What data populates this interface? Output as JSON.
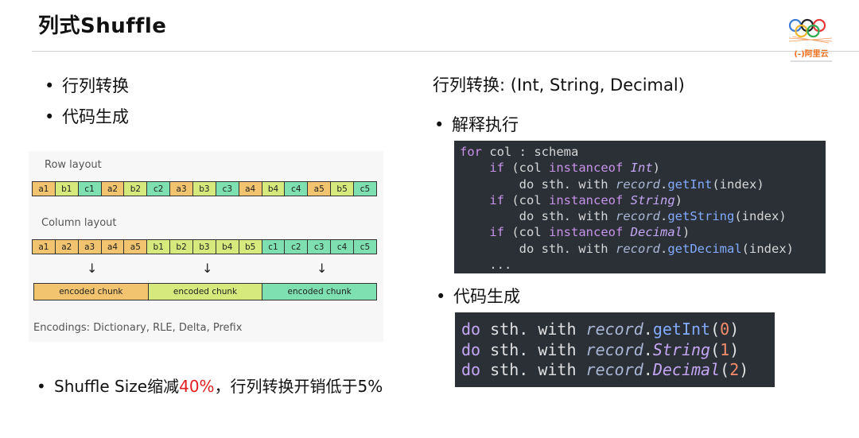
{
  "title": "列式Shuffle",
  "logo_text": "(-)阿里云",
  "left_bullets": [
    "行列转换",
    "代码生成"
  ],
  "bottom_bullet": {
    "prefix": "Shuffle Size缩减",
    "highlight": "40%",
    "suffix": "，行列转换开销低于5%"
  },
  "right_heading": "行列转换: (Int, String, Decimal)",
  "right_bullets": [
    "解释执行",
    "代码生成"
  ],
  "diagram": {
    "row_layout_label": "Row layout",
    "row_cells": [
      {
        "t": "a1",
        "g": "a"
      },
      {
        "t": "b1",
        "g": "b"
      },
      {
        "t": "c1",
        "g": "c"
      },
      {
        "t": "a2",
        "g": "a"
      },
      {
        "t": "b2",
        "g": "b"
      },
      {
        "t": "c2",
        "g": "c"
      },
      {
        "t": "a3",
        "g": "a"
      },
      {
        "t": "b3",
        "g": "b"
      },
      {
        "t": "c3",
        "g": "c"
      },
      {
        "t": "a4",
        "g": "a"
      },
      {
        "t": "b4",
        "g": "b"
      },
      {
        "t": "c4",
        "g": "c"
      },
      {
        "t": "a5",
        "g": "a"
      },
      {
        "t": "b5",
        "g": "b"
      },
      {
        "t": "c5",
        "g": "c"
      }
    ],
    "column_layout_label": "Column layout",
    "column_cells": [
      {
        "t": "a1",
        "g": "a"
      },
      {
        "t": "a2",
        "g": "a"
      },
      {
        "t": "a3",
        "g": "a"
      },
      {
        "t": "a4",
        "g": "a"
      },
      {
        "t": "a5",
        "g": "a"
      },
      {
        "t": "b1",
        "g": "b"
      },
      {
        "t": "b2",
        "g": "b"
      },
      {
        "t": "b3",
        "g": "b"
      },
      {
        "t": "b4",
        "g": "b"
      },
      {
        "t": "b5",
        "g": "b"
      },
      {
        "t": "c1",
        "g": "c"
      },
      {
        "t": "c2",
        "g": "c"
      },
      {
        "t": "c3",
        "g": "c"
      },
      {
        "t": "c4",
        "g": "c"
      },
      {
        "t": "c5",
        "g": "c"
      }
    ],
    "arrow": "↓",
    "chunks": [
      {
        "t": "encoded chunk",
        "g": "a"
      },
      {
        "t": "encoded chunk",
        "g": "b"
      },
      {
        "t": "encoded chunk",
        "g": "c"
      }
    ],
    "encodings_label": "Encodings: Dictionary, RLE, Delta, Prefix"
  },
  "code_interpret": [
    {
      "indent": 0,
      "parts": [
        [
          "kw",
          "for"
        ],
        [
          "",
          "col : schema"
        ]
      ]
    },
    {
      "indent": 4,
      "parts": [
        [
          "kw",
          "if"
        ],
        [
          "",
          "(col "
        ],
        [
          "kw",
          "instanceof"
        ],
        [
          "",
          " "
        ],
        [
          "ty",
          "Int"
        ],
        [
          "",
          ")"
        ]
      ]
    },
    {
      "indent": 8,
      "parts": [
        [
          "",
          "do sth. with "
        ],
        [
          "it",
          "record"
        ],
        [
          "",
          "."
        ],
        [
          "fn",
          "getInt"
        ],
        [
          "",
          "(index)"
        ]
      ]
    },
    {
      "indent": 4,
      "parts": [
        [
          "kw",
          "if"
        ],
        [
          "",
          "(col "
        ],
        [
          "kw",
          "instanceof"
        ],
        [
          "",
          " "
        ],
        [
          "ty",
          "String"
        ],
        [
          "",
          ")"
        ]
      ]
    },
    {
      "indent": 8,
      "parts": [
        [
          "",
          "do sth. with "
        ],
        [
          "it",
          "record"
        ],
        [
          "",
          "."
        ],
        [
          "fn",
          "getString"
        ],
        [
          "",
          "(index)"
        ]
      ]
    },
    {
      "indent": 4,
      "parts": [
        [
          "kw",
          "if"
        ],
        [
          "",
          "(col "
        ],
        [
          "kw",
          "instanceof"
        ],
        [
          "",
          " "
        ],
        [
          "ty",
          "Decimal"
        ],
        [
          "",
          ")"
        ]
      ]
    },
    {
      "indent": 8,
      "parts": [
        [
          "",
          "do sth. with "
        ],
        [
          "it",
          "record"
        ],
        [
          "",
          "."
        ],
        [
          "fn",
          "getDecimal"
        ],
        [
          "",
          "(index)"
        ]
      ]
    },
    {
      "indent": 4,
      "parts": [
        [
          "",
          "..."
        ]
      ]
    }
  ],
  "code_generated": [
    {
      "indent": 0,
      "parts": [
        [
          "kw2",
          "do"
        ],
        [
          "",
          " sth. with "
        ],
        [
          "it",
          "record"
        ],
        [
          "",
          "."
        ],
        [
          "fn",
          "getInt"
        ],
        [
          "",
          "("
        ],
        [
          "num",
          "0"
        ],
        [
          "",
          ")"
        ]
      ]
    },
    {
      "indent": 0,
      "parts": [
        [
          "kw2",
          "do"
        ],
        [
          "",
          " sth. with "
        ],
        [
          "it",
          "record"
        ],
        [
          "",
          "."
        ],
        [
          "ty",
          "String"
        ],
        [
          "",
          "("
        ],
        [
          "num",
          "1"
        ],
        [
          "",
          ")"
        ]
      ]
    },
    {
      "indent": 0,
      "parts": [
        [
          "kw2",
          "do"
        ],
        [
          "",
          " sth. with "
        ],
        [
          "it",
          "record"
        ],
        [
          "",
          "."
        ],
        [
          "ty",
          "Decimal"
        ],
        [
          "",
          "("
        ],
        [
          "num",
          "2"
        ],
        [
          "",
          ")"
        ]
      ]
    }
  ],
  "colors": {
    "a": "#f2c46f",
    "b": "#d6e97c",
    "c": "#7ee0b0",
    "highlight": "#e02020",
    "code_bg": "#2b3036"
  },
  "icons": {
    "logo": "olympic-rings-logo"
  }
}
